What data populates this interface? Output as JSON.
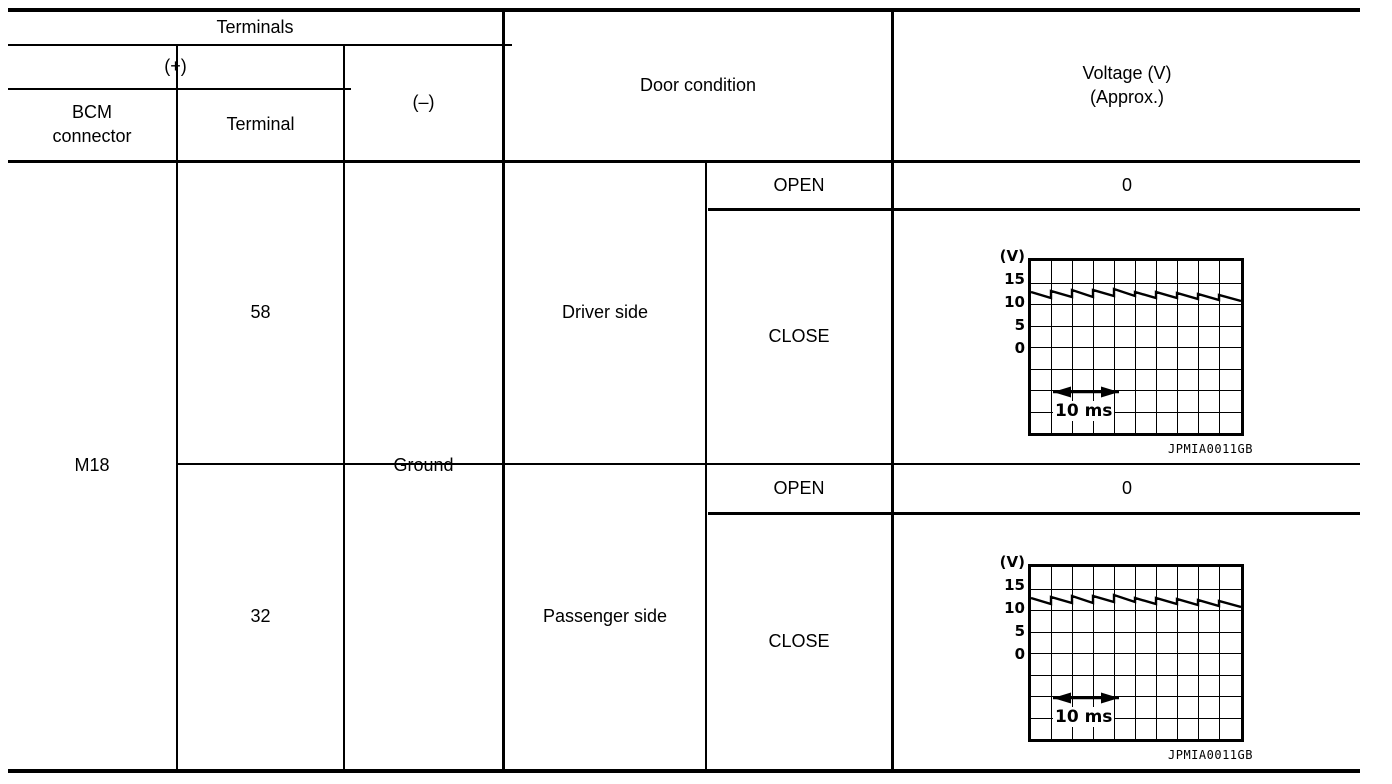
{
  "table": {
    "headers": {
      "terminals": "Terminals",
      "positive": "(+)",
      "negative": "(–)",
      "bcm_connector": "BCM\nconnector",
      "terminal": "Terminal",
      "door_condition": "Door condition",
      "voltage": "Voltage (V)\n(Approx.)"
    },
    "rows": [
      {
        "bcm_connector": "M18",
        "terminal": "58",
        "negative": "Ground",
        "door_side": "Driver side",
        "conditions": [
          {
            "state": "OPEN",
            "voltage_text": "0",
            "has_waveform": false
          },
          {
            "state": "CLOSE",
            "voltage_text": "",
            "has_waveform": true
          }
        ]
      },
      {
        "bcm_connector": "M18",
        "terminal": "32",
        "negative": "Ground",
        "door_side": "Passenger side",
        "conditions": [
          {
            "state": "OPEN",
            "voltage_text": "0",
            "has_waveform": false
          },
          {
            "state": "CLOSE",
            "voltage_text": "",
            "has_waveform": true
          }
        ]
      }
    ]
  },
  "waveforms": [
    {
      "id": "waveform-driver-close",
      "figure_code": "JPMIA0011GB",
      "time_label": "10 ms",
      "chart_data": {
        "type": "line",
        "title": "",
        "xlabel": "",
        "ylabel": "(V)",
        "ytick_labels": [
          "15",
          "10",
          "5",
          "0"
        ],
        "ytick_values": [
          15,
          10,
          5,
          0
        ],
        "ylim": [
          -25,
          20
        ],
        "xlim": [
          0,
          10
        ],
        "grid": true,
        "grid_columns": 10,
        "grid_rows": 8,
        "timebase": "10 ms",
        "timebase_divisions": 2,
        "legend": "none",
        "waveform_shape": "sawtooth",
        "peak_voltage": 12.6,
        "trough_voltage": 11.4,
        "cycles": 10,
        "description": "Sawtooth ripple, slow ramp down then sharp rise, around 12 V"
      }
    },
    {
      "id": "waveform-passenger-close",
      "figure_code": "JPMIA0011GB",
      "time_label": "10 ms",
      "chart_data": {
        "type": "line",
        "title": "",
        "xlabel": "",
        "ylabel": "(V)",
        "ytick_labels": [
          "15",
          "10",
          "5",
          "0"
        ],
        "ytick_values": [
          15,
          10,
          5,
          0
        ],
        "ylim": [
          -25,
          20
        ],
        "xlim": [
          0,
          10
        ],
        "grid": true,
        "grid_columns": 10,
        "grid_rows": 8,
        "timebase": "10 ms",
        "timebase_divisions": 2,
        "legend": "none",
        "waveform_shape": "sawtooth",
        "peak_voltage": 12.6,
        "trough_voltage": 11.4,
        "cycles": 10,
        "description": "Sawtooth ripple, slow ramp down then sharp rise, around 12 V"
      }
    }
  ],
  "colors": {
    "line": "#000000",
    "background": "#ffffff",
    "text": "#000000"
  }
}
